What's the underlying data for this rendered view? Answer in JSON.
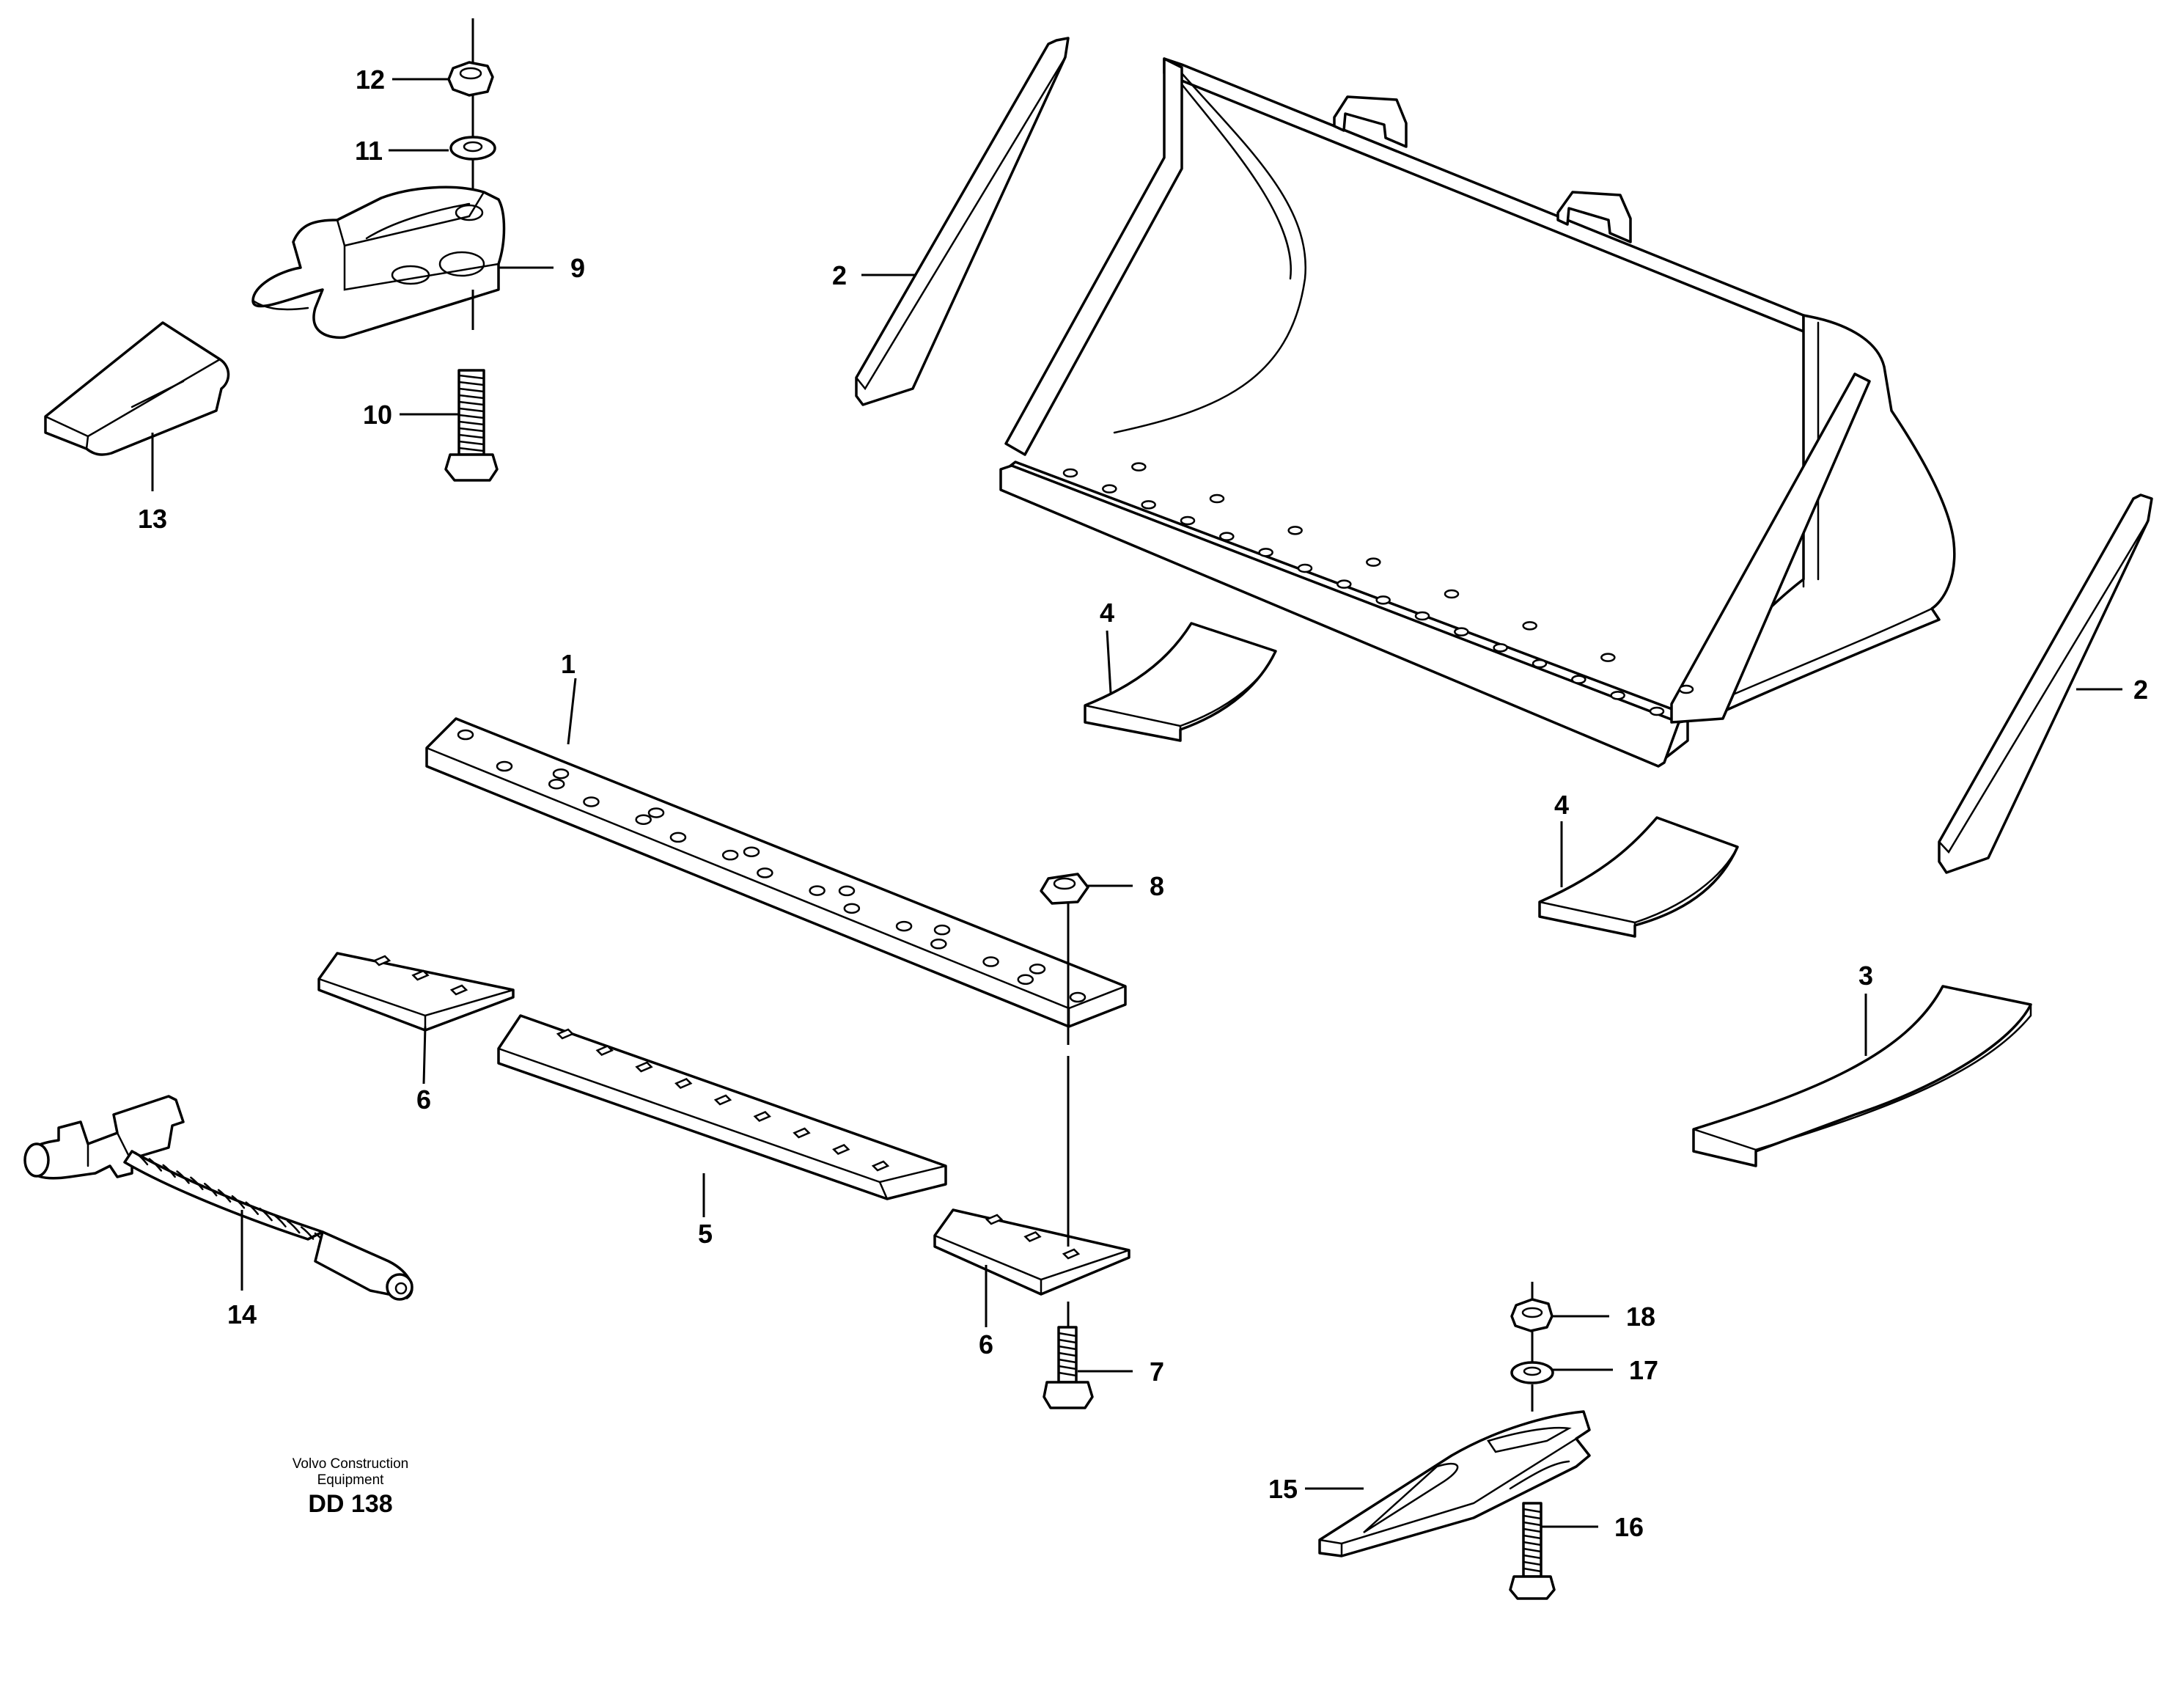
{
  "callouts": {
    "c1": "1",
    "c2a": "2",
    "c2b": "2",
    "c3": "3",
    "c4a": "4",
    "c4b": "4",
    "c5": "5",
    "c6a": "6",
    "c6b": "6",
    "c7": "7",
    "c8": "8",
    "c9": "9",
    "c10": "10",
    "c11": "11",
    "c12": "12",
    "c13": "13",
    "c14": "14",
    "c15": "15",
    "c16": "16",
    "c17": "17",
    "c18": "18"
  },
  "caption": {
    "line1": "Volvo Construction",
    "line2": "Equipment",
    "code": "DD 138"
  }
}
